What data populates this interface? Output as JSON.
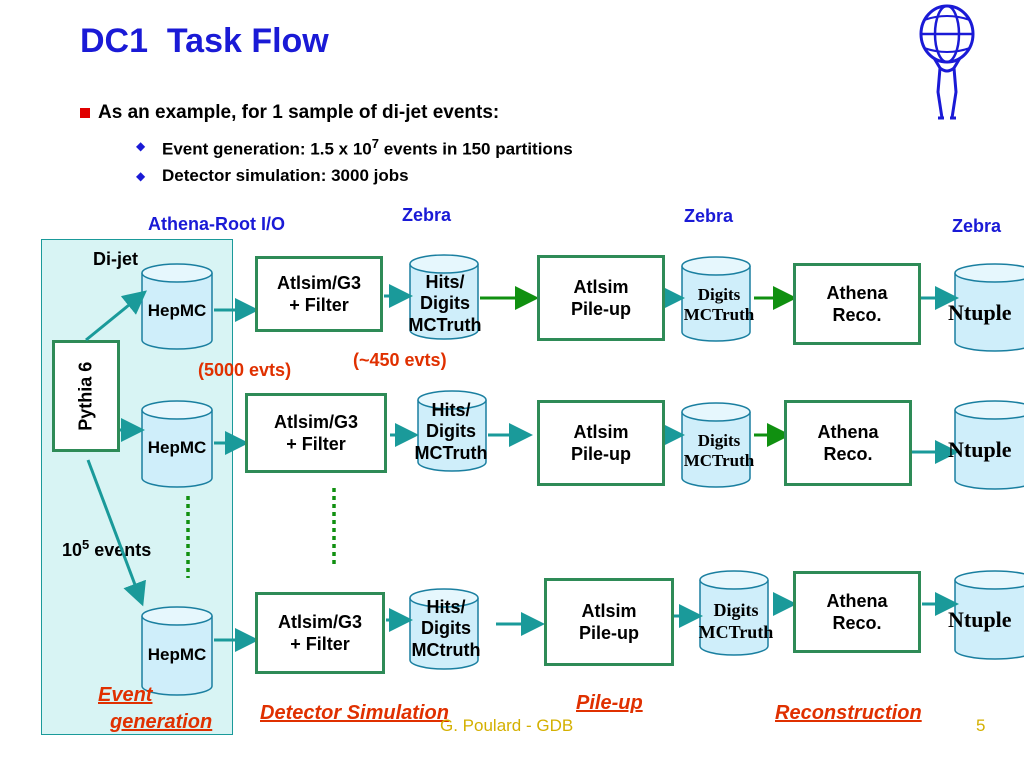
{
  "slide": {
    "title": "DC1  Task Flow",
    "bullet": "As an example, for 1 sample of di-jet events:",
    "sub_bullets": {
      "event_gen_prefix": "Event generation: 1.5 x 10",
      "event_gen_exp": "7",
      "event_gen_suffix": " events in 150 partitions",
      "detector_sim": "Detector simulation: 3000 jobs"
    }
  },
  "labels": {
    "athena_root_io": "Athena-Root I/O",
    "zebra": "Zebra",
    "dijet": "Di-jet",
    "pythia": "Pythia 6",
    "evts_5000": "(5000 evts)",
    "evts_450": "(~450 evts)",
    "events_prefix": "10",
    "events_exp": "5",
    "events_suffix": " events"
  },
  "nodes": {
    "hepmc": "HepMC",
    "atlsim_g3_line1": "Atlsim/G3",
    "atlsim_g3_line2": "+ Filter",
    "hits": "Hits/",
    "digits_word": "Digits",
    "mctruth": "MCTruth",
    "mctruth_lower": "MCtruth",
    "atlsim_line1": "Atlsim",
    "atlsim_line2": "Pile-up",
    "digits": "Digits",
    "athena_line1": "Athena",
    "athena_line2": "Reco.",
    "ntuple": "Ntuple"
  },
  "sections": {
    "event_line1": "Event",
    "event_line2": "generation",
    "detector_sim": "Detector Simulation",
    "pileup": "Pile-up",
    "reconstruction": "Reconstruction"
  },
  "footer": {
    "author": "G. Poulard - GDB",
    "page": "5"
  },
  "colors": {
    "title_blue": "#1a1ad6",
    "red": "#e03000",
    "box_border": "#2e8b57",
    "panel_bg": "#d8f4f4",
    "cyl_fill": "#cfeefa",
    "arrow_teal": "#1a9a9a",
    "arrow_green": "#109010"
  }
}
